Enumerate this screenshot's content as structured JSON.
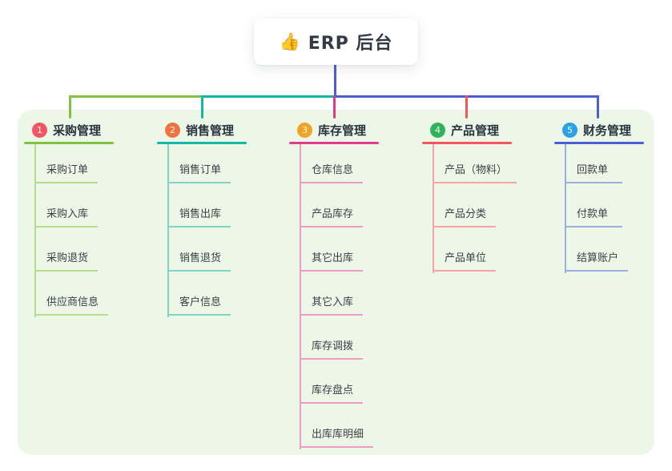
{
  "root": {
    "icon": "👍",
    "title": "ERP 后台"
  },
  "branches": [
    {
      "num": "1",
      "title": "采购管理",
      "badge_color": "#f25663",
      "line_color": "#82c243",
      "items": [
        "采购订单",
        "采购入库",
        "采购退货",
        "供应商信息"
      ]
    },
    {
      "num": "2",
      "title": "销售管理",
      "badge_color": "#ee7340",
      "line_color": "#14b8a6",
      "items": [
        "销售订单",
        "销售出库",
        "销售退货",
        "客户信息"
      ]
    },
    {
      "num": "3",
      "title": "库存管理",
      "badge_color": "#f1a325",
      "line_color": "#e0398e",
      "items": [
        "仓库信息",
        "产品库存",
        "其它出库",
        "其它入库",
        "库存调拨",
        "库存盘点",
        "出库库明细"
      ]
    },
    {
      "num": "4",
      "title": "产品管理",
      "badge_color": "#2fb259",
      "line_color": "#f4545e",
      "items": [
        "产品（物料）",
        "产品分类",
        "产品单位"
      ]
    },
    {
      "num": "5",
      "title": "财务管理",
      "badge_color": "#2ba2e8",
      "line_color": "#4a5fd4",
      "items": [
        "回款单",
        "付款单",
        "结算账户"
      ]
    }
  ],
  "colors": {
    "panel_background": "#ecf7e7",
    "root_connector": "#4a5fd4",
    "text_dark": "#2b3340",
    "text_item": "#3a4149"
  }
}
